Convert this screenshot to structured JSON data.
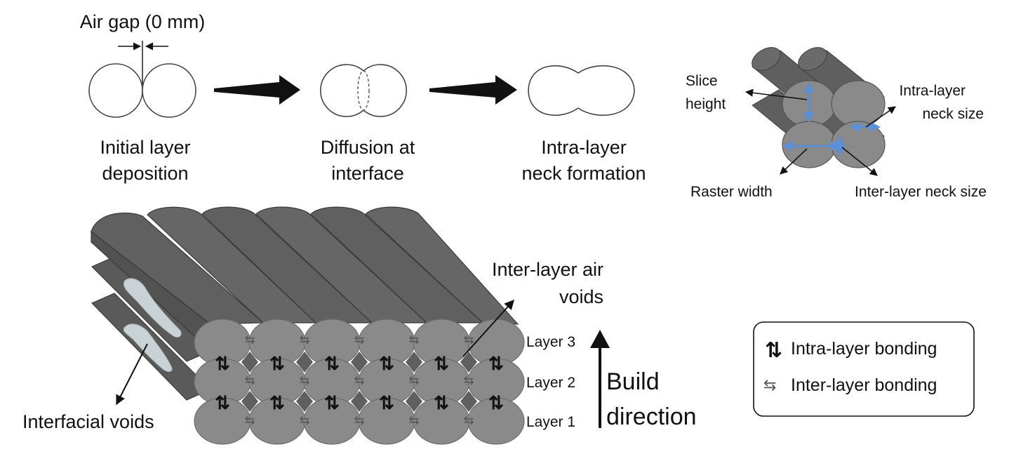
{
  "process": {
    "air_gap_label": "Air gap (0 mm)",
    "step1": [
      "Initial layer",
      "deposition"
    ],
    "step2": [
      "Diffusion at",
      "interface"
    ],
    "step3": [
      "Intra-layer",
      "neck formation"
    ]
  },
  "detail": {
    "slice_height": [
      "Slice",
      "height"
    ],
    "intra_neck": [
      "Intra-layer",
      "neck size"
    ],
    "raster_width": "Raster width",
    "inter_neck": "Inter-layer neck size"
  },
  "stack": {
    "inter_layer_voids": [
      "Inter-layer air",
      "voids"
    ],
    "interfacial_voids": "Interfacial voids",
    "layers": [
      "Layer 3",
      "Layer 2",
      "Layer 1"
    ],
    "build_direction": [
      "Build",
      "direction"
    ]
  },
  "legend": {
    "intra_label": "Intra-layer bonding",
    "inter_label": "Inter-layer bonding"
  },
  "colors": {
    "filament_dark": "#5f5f5f",
    "filament_end": "#8a8a8a",
    "void_fill": "#c9d3d6",
    "dimension_blue": "#5b8fd6"
  }
}
